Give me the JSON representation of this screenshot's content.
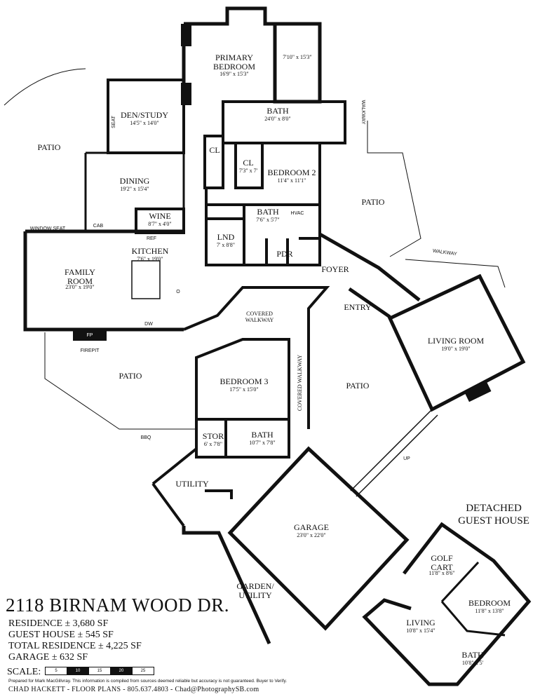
{
  "rooms": {
    "primary_bedroom": {
      "name": "PRIMARY\nBEDROOM",
      "dim": "16'9\" x 15'3\""
    },
    "primary_closet_room": {
      "dim": "7'10\" x 15'3\""
    },
    "den": {
      "name": "DEN/STUDY",
      "dim": "14'5\" x 14'0\""
    },
    "bath_primary": {
      "name": "BATH",
      "dim": "24'0\" x 8'0\""
    },
    "dining": {
      "name": "DINING",
      "dim": "19'2\" x 15'4\""
    },
    "cl_hall": {
      "name": "CL",
      "dim": "7'3\" x 7'"
    },
    "bedroom2": {
      "name": "BEDROOM 2",
      "dim": "11'4\" x 11'1\""
    },
    "wine": {
      "name": "WINE",
      "dim": "8'7\" x 4'0\""
    },
    "bath2": {
      "name": "BATH",
      "dim": "7'6\" x 5'7\""
    },
    "kitchen": {
      "name": "KITCHEN",
      "dim": "7'6\" x 19'0\""
    },
    "lnd": {
      "name": "LND",
      "dim": "7' x 8'8\""
    },
    "family": {
      "name": "FAMILY\nROOM",
      "dim": "23'0\" x 19'0\""
    },
    "living": {
      "name": "LIVING ROOM",
      "dim": "19'0\" x 19'0\""
    },
    "bedroom3": {
      "name": "BEDROOM 3",
      "dim": "17'5\" x 15'0\""
    },
    "stor": {
      "name": "STOR",
      "dim": "6' x 7'8\""
    },
    "bath3": {
      "name": "BATH",
      "dim": "10'7\" x 7'8\""
    },
    "garage": {
      "name": "GARAGE",
      "dim": "23'0\" x 22'0\""
    },
    "golf": {
      "name": "GOLF\nCART",
      "dim": "11'8\" x 8'6\""
    },
    "g_bedroom": {
      "name": "BEDROOM",
      "dim": "11'8\" x 13'8\""
    },
    "g_living": {
      "name": "LIVING",
      "dim": "10'8\" x 15'4\""
    },
    "g_bath": {
      "name": "BATH",
      "dim": "10'8\" x 5'"
    }
  },
  "labels": {
    "patio_nw": "PATIO",
    "patio_ne": "PATIO",
    "patio_sw": "PATIO",
    "patio_c": "PATIO",
    "foyer": "FOYER",
    "entry": "ENTRY",
    "covered_walkway_h": "COVERED\nWALKWAY",
    "covered_walkway_v": "COVERED WALKWAY",
    "walkway_top": "WALKWAY",
    "walkway_right": "WALKWAY",
    "utility": "UTILITY",
    "garden_utility": "GARDEN/\nUTILITY",
    "up": "UP",
    "pdr": "PDR",
    "hvac": "HVAC",
    "window_seat": "WINDOW SEAT",
    "seat": "SEAT",
    "ref": "REF",
    "dw": "DW",
    "o": "O",
    "fp": "FP",
    "firepit": "FIREPIT",
    "bbq": "BBQ",
    "cab": "CAB",
    "cl": "CL"
  },
  "title": {
    "address": "2118 BIRNAM WOOD DR.",
    "residence": "RESIDENCE ± 3,680 SF",
    "guest_house": "GUEST HOUSE ± 545 SF",
    "total": "TOTAL RESIDENCE ± 4,225 SF",
    "garage": "GARAGE ± 632 SF",
    "scale_label": "SCALE:",
    "scale_ticks": [
      "5",
      "10",
      "15",
      "20",
      "25"
    ],
    "disclaimer": "Prepared for Mark MacGillvray. This information is compiled from sources deemed reliable but accuracy is not guaranteed. Buyer to Verify.",
    "credit": "CHAD HACKETT - FLOOR PLANS - 805.637.4803 - Chad@PhotographySB.com",
    "guest_title": "DETACHED\nGUEST HOUSE"
  }
}
